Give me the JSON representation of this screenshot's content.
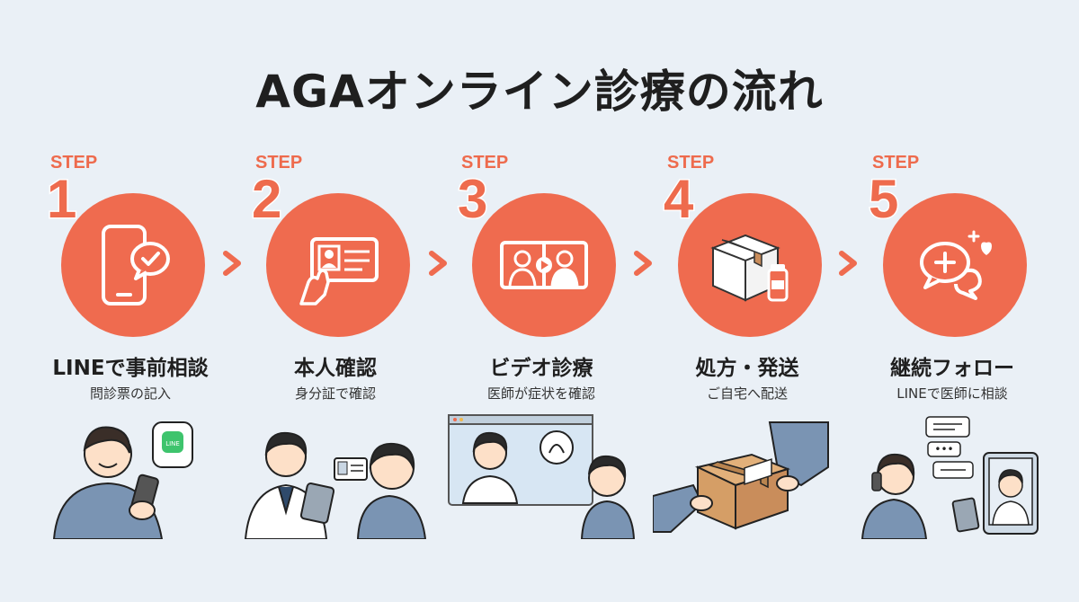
{
  "title": "AGAオンライン診療の流れ",
  "step_word": "STEP",
  "accent_color": "#ef6b4f",
  "steps": [
    {
      "num": "1",
      "title": "LINEで事前相談",
      "subtitle": "問診票の記入",
      "icon": "smartphone-chat-icon",
      "badge_text": "LINE"
    },
    {
      "num": "2",
      "title": "本人確認",
      "subtitle": "身分証で確認",
      "icon": "id-card-icon"
    },
    {
      "num": "3",
      "title": "ビデオ診療",
      "subtitle": "医師が症状を確認",
      "icon": "video-call-icon"
    },
    {
      "num": "4",
      "title": "処方・発送",
      "subtitle": "ご自宅へ配送",
      "icon": "package-medicine-icon"
    },
    {
      "num": "5",
      "title": "継続フォロー",
      "subtitle": "LINEで医師に相談",
      "icon": "chat-bubbles-icon"
    }
  ]
}
